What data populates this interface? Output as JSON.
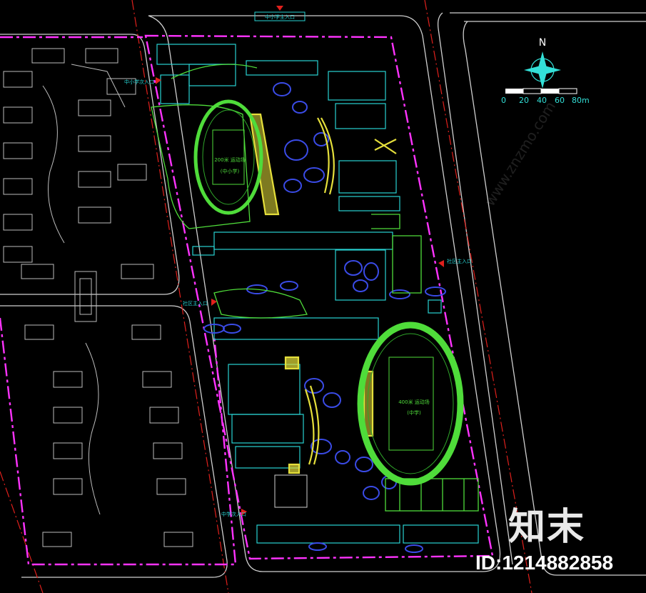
{
  "labels": {
    "north": "N",
    "scale_ticks": [
      "0",
      "20",
      "40",
      "60",
      "80m"
    ],
    "gate_north": "中小学主入口",
    "gate_west_upper": "中小学次入口",
    "gate_west_mid": "社区主入口",
    "gate_west_lower": "中学次入口",
    "gate_east": "社区主入口",
    "track_upper_a": "200米 运动场",
    "track_upper_b": "(中小学)",
    "track_lower_a": "400米 运动场",
    "track_lower_b": "(中学)"
  },
  "watermark": {
    "logo": "知末",
    "id": "ID:1214882858",
    "diagonal": "www.znzmo.com"
  },
  "colors": {
    "background": "#000000",
    "block_outline": "#cfcfcf",
    "site_boundary": "#ff33ff",
    "road_centerline": "#e0201c",
    "building": "#29d3d3",
    "green_line": "#4fdc3a",
    "landscape": "#e5df3b",
    "plaza_blue": "#3a4be6",
    "compass": "#33e0d8"
  }
}
